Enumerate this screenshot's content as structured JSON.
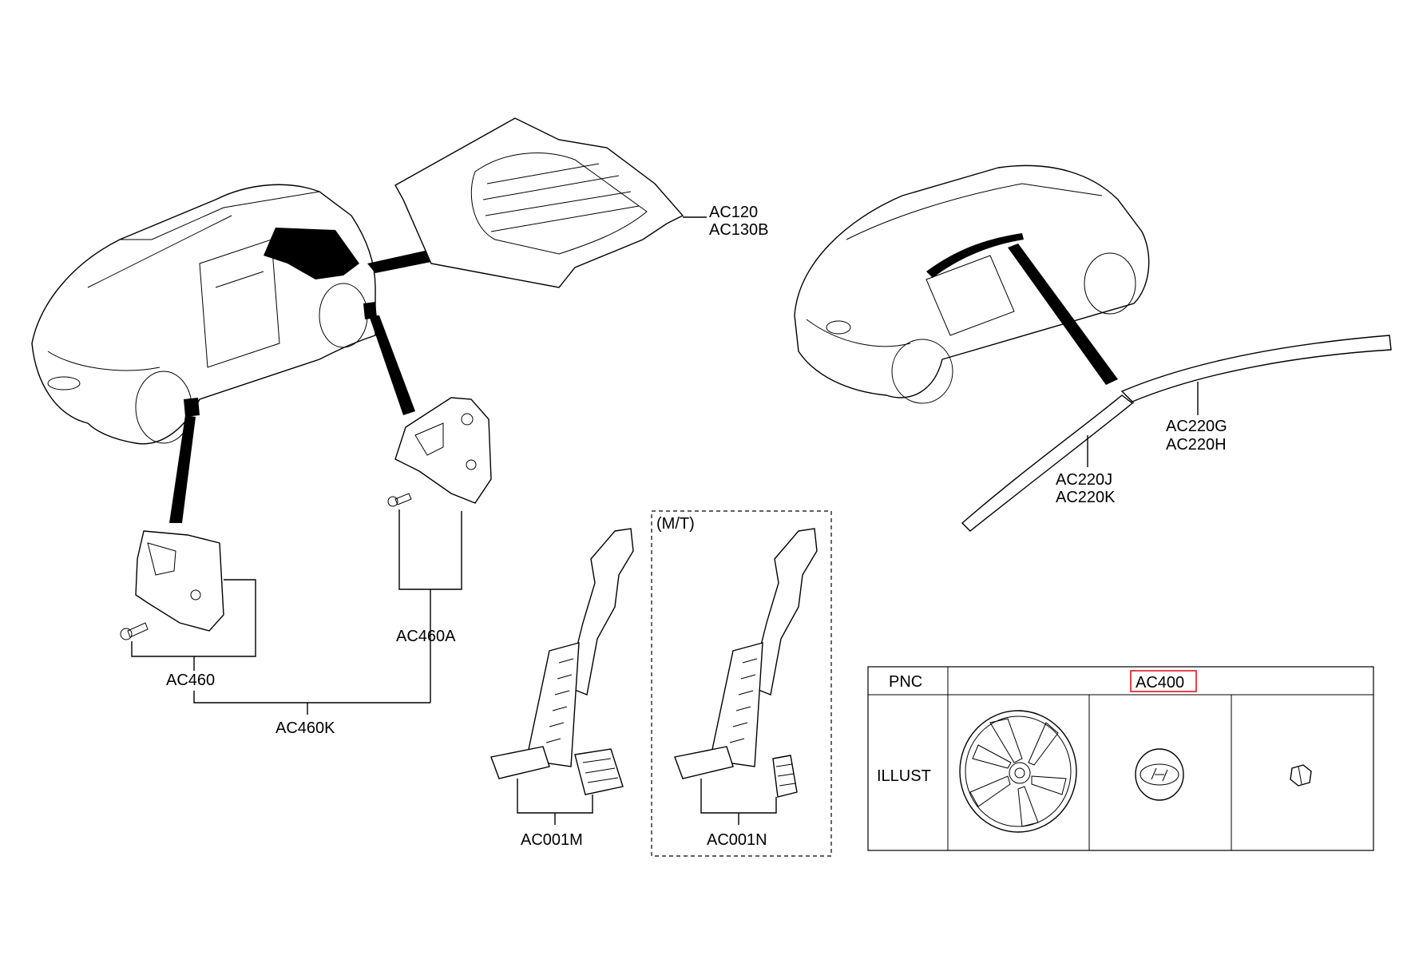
{
  "labels": {
    "ac120": "AC120",
    "ac130b": "AC130B",
    "ac220g": "AC220G",
    "ac220h": "AC220H",
    "ac220j": "AC220J",
    "ac220k": "AC220K",
    "ac460a": "AC460A",
    "ac460": "AC460",
    "ac460k": "AC460K",
    "ac001m": "AC001M",
    "ac001n": "AC001N",
    "mt": "(M/T)"
  },
  "table": {
    "pnc_header": "PNC",
    "pnc_value": "AC400",
    "illust_header": "ILLUST",
    "highlight_color": "#e0141e"
  }
}
